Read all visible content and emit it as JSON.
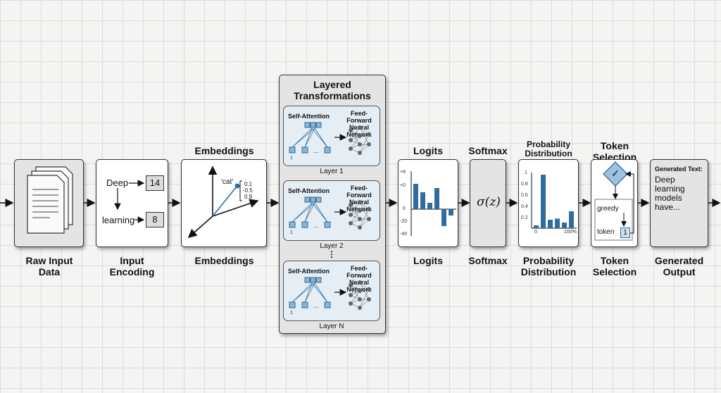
{
  "stages": [
    {
      "title_below": "Raw Input\nData"
    },
    {
      "title_below": "Input\nEncoding"
    },
    {
      "title_above": "Embeddings",
      "title_below": "Embeddings"
    },
    {
      "title_above": "Layered\nTransformations"
    },
    {
      "title_above": "Logits",
      "title_below": "Logits"
    },
    {
      "title_above": "Softmax",
      "title_below": "Softmax"
    },
    {
      "title_above": "Probability\nDistribution",
      "title_below": "Probability\nDistribution"
    },
    {
      "title_above": "Token\nSelection",
      "title_below": "Token\nSelection"
    },
    {
      "title_below": "Generated\nOutput"
    }
  ],
  "encoding": {
    "tokens": [
      {
        "word": "Deep",
        "id": "14"
      },
      {
        "word": "learning",
        "id": "8"
      }
    ]
  },
  "embeddings": {
    "word": "'cat'",
    "vector": [
      "0.1",
      "-0.5",
      "0.9"
    ]
  },
  "layers": {
    "self_attention_label": "Self-Attention",
    "ffn_label": "Feed-Forward\nNeural Network",
    "index_first": "1",
    "ellipsis": "...",
    "items": [
      "Layer 1",
      "Layer 2",
      "Layer N"
    ],
    "vertical_ellipsis": "⋮"
  },
  "logits_chart": {
    "type": "bar",
    "y_ticks": [
      "+8",
      "+0",
      "0",
      "-20",
      "-40"
    ],
    "values": [
      6,
      4,
      1.5,
      5,
      -4,
      -1.5
    ]
  },
  "softmax": {
    "formula": "σ(z)"
  },
  "prob_chart": {
    "type": "bar",
    "y_ticks": [
      "1",
      "0.8",
      "0.6",
      "0.4",
      "0.2"
    ],
    "x_ticks": [
      "0",
      "100%"
    ],
    "values": [
      0.05,
      0.95,
      0.15,
      0.17,
      0.1,
      0.3
    ]
  },
  "token_selection": {
    "strategy": "greedy",
    "token_label": "token",
    "token_value": "1",
    "check_icon": "✓"
  },
  "output": {
    "header": "Generated Text:",
    "text": "Deep\nlearning\nmodels\nhave..."
  },
  "colors": {
    "accent_blue": "#2f6d9f",
    "box_gray": "#e4e4e4",
    "layer_fill": "#e6eef5"
  }
}
